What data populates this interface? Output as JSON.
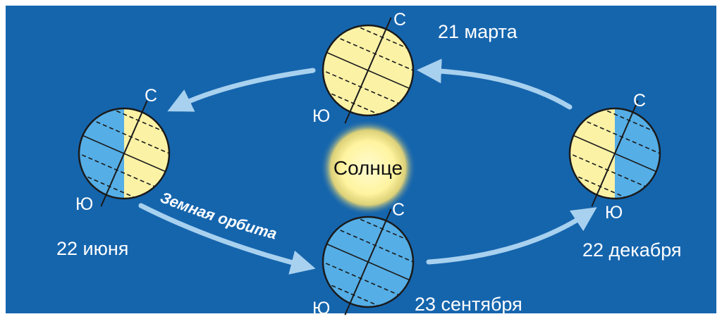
{
  "colors": {
    "background": "#1565ad",
    "border": "#ffffff",
    "day_side": "#fbf2a6",
    "night_side": "#55aee6",
    "orbit_arrow": "#a8d1ef",
    "outline": "#1a1a1a",
    "sun_core": "#fff9c6",
    "sun_glow": "#ffd640"
  },
  "sun": {
    "label": "Солнце"
  },
  "orbit": {
    "label": "Земная орбита"
  },
  "positions": {
    "march": {
      "date": "21 марта",
      "north": "С",
      "south": "Ю",
      "illumination": "fully-lit"
    },
    "june": {
      "date": "22 июня",
      "north": "С",
      "south": "Ю",
      "illumination": "day-side-right"
    },
    "september": {
      "date": "23 сентября",
      "north": "С",
      "south": "Ю",
      "illumination": "fully-dark"
    },
    "december": {
      "date": "22 декабря",
      "north": "С",
      "south": "Ю",
      "illumination": "day-side-left"
    }
  }
}
